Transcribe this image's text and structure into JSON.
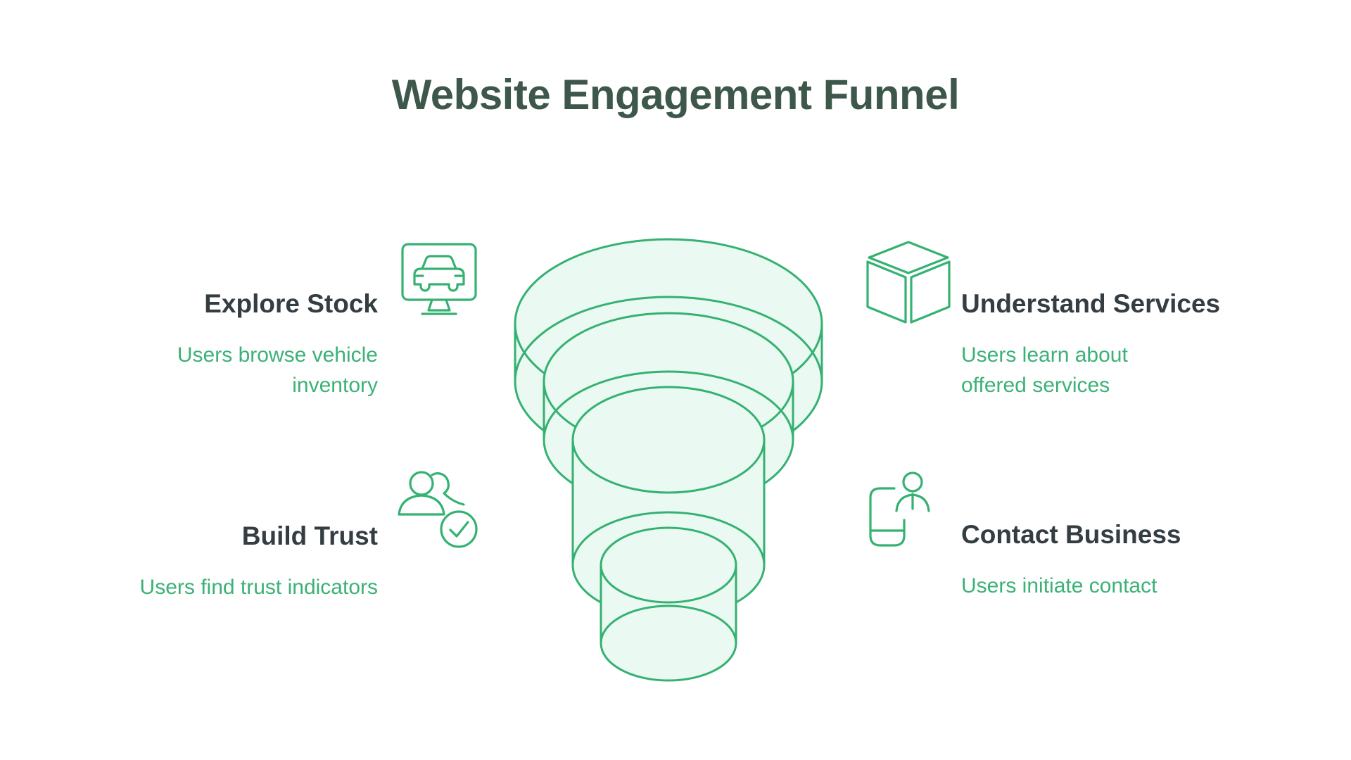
{
  "title": "Website Engagement Funnel",
  "colors": {
    "background": "#FFFFFF",
    "title_text": "#3D584A",
    "item_heading_text": "#333D42",
    "item_description_text": "#3CB176",
    "funnel_stroke": "#35B172",
    "funnel_fill": "#EAF9F1"
  },
  "funnel": {
    "level_count": 4,
    "shape": "stacked-3d-cylinders"
  },
  "items": [
    {
      "heading": "Explore Stock",
      "description": "Users browse vehicle inventory",
      "icon": "monitor-car-icon",
      "placement": "top-left"
    },
    {
      "heading": "Understand Services",
      "description": "Users learn about offered services",
      "icon": "cube-icon",
      "placement": "top-right"
    },
    {
      "heading": "Build Trust",
      "description": "Users find trust indicators",
      "icon": "people-check-icon",
      "placement": "bottom-left"
    },
    {
      "heading": "Contact Business",
      "description": "Users initiate contact",
      "icon": "phone-person-icon",
      "placement": "bottom-right"
    }
  ]
}
